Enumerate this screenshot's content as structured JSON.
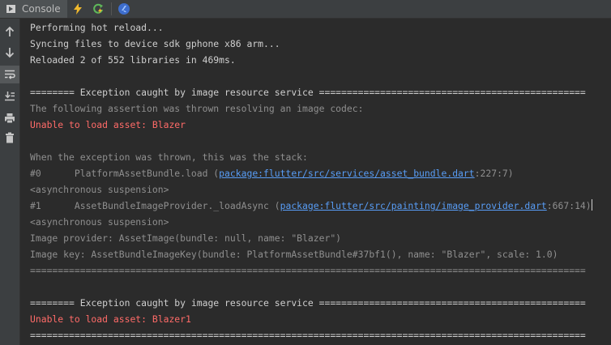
{
  "tab": {
    "label": "Console"
  },
  "output": {
    "l01": "Performing hot reload...",
    "l02": "Syncing files to device sdk gphone x86 arm...",
    "l03": "Reloaded 2 of 552 libraries in 469ms.",
    "l04": "======== Exception caught by image resource service ================================================",
    "l05": "The following assertion was thrown resolving an image codec:",
    "l06": "Unable to load asset: Blazer",
    "l07": "When the exception was thrown, this was the stack:",
    "l08_pre": "#0      PlatformAssetBundle.load (",
    "l08_link": "package:flutter/src/services/asset_bundle.dart",
    "l08_post": ":227:7)",
    "l09": "<asynchronous suspension>",
    "l10_pre": "#1      AssetBundleImageProvider._loadAsync (",
    "l10_link": "package:flutter/src/painting/image_provider.dart",
    "l10_post": ":667:14)",
    "l11": "<asynchronous suspension>",
    "l12": "Image provider: AssetImage(bundle: null, name: \"Blazer\")",
    "l13": "Image key: AssetBundleImageKey(bundle: PlatformAssetBundle#37bf1(), name: \"Blazer\", scale: 1.0)",
    "l14": "====================================================================================================",
    "l15": "======== Exception caught by image resource service ================================================",
    "l16": "Unable to load asset: Blazer1",
    "l17": "===================================================================================================="
  },
  "colors": {
    "background": "#2b2b2b",
    "toolbar": "#3c3f41",
    "text": "#cfcfcf",
    "muted": "#8f8f8f",
    "error": "#ff6b68",
    "link": "#589df6"
  },
  "icons": {
    "tab": "console-icon",
    "hot_reload": "lightning-icon",
    "hot_restart": "hot-restart-icon",
    "devtools": "flutter-devtools-icon",
    "up": "arrow-up-icon",
    "down": "arrow-down-icon",
    "wrap": "soft-wrap-icon",
    "scroll_end": "scroll-to-end-icon",
    "print": "print-icon",
    "trash": "trash-icon"
  }
}
